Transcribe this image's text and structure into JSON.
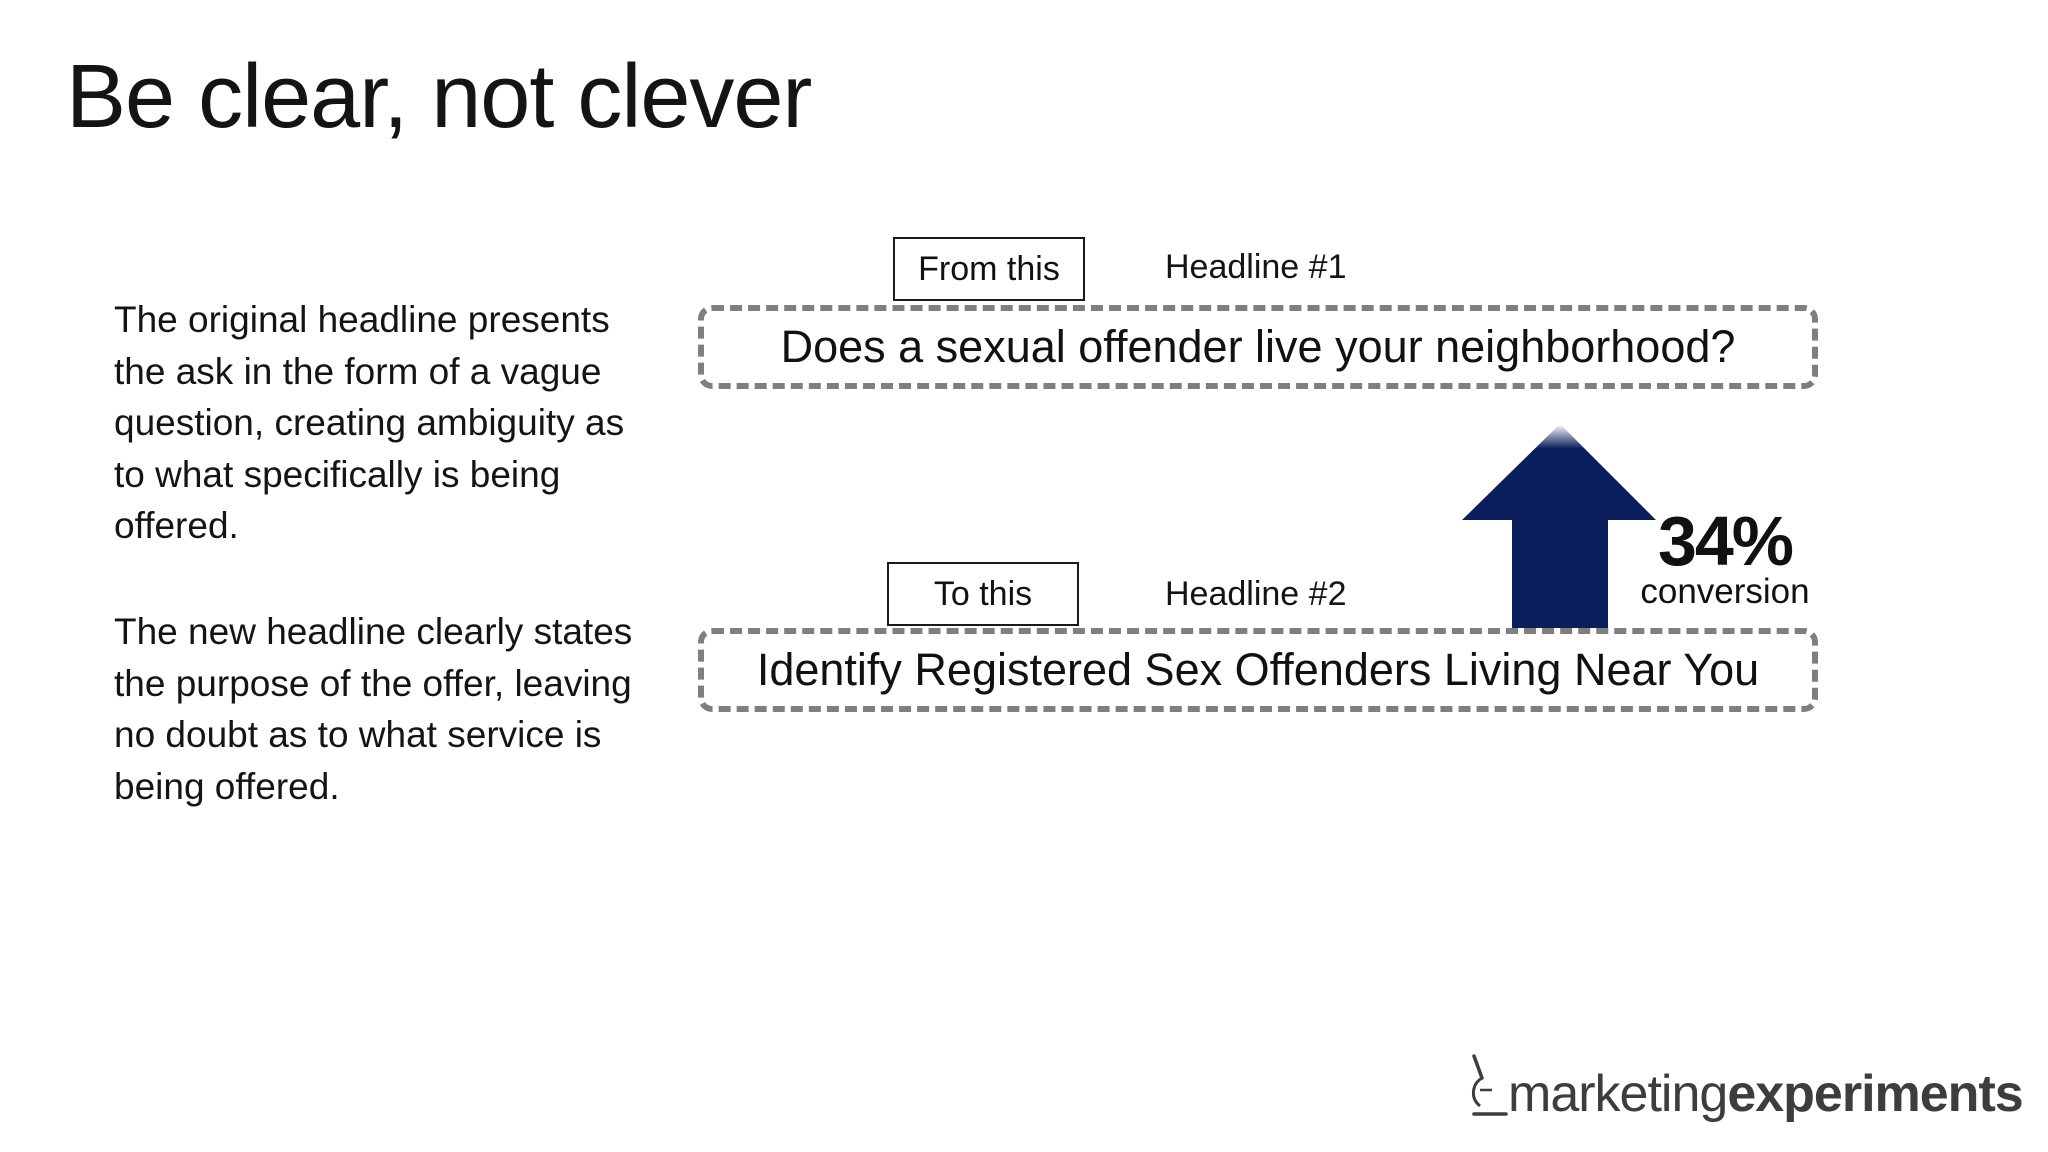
{
  "slide": {
    "title": "Be clear, not clever",
    "paragraphs": [
      "The original headline presents the ask in the form of a vague question, creating ambiguity as to what specifically is being offered.",
      "The new headline clearly states the purpose of the offer, leaving no doubt as to what service is being offered."
    ]
  },
  "comparison": {
    "from_label": "From this",
    "to_label": "To this",
    "headline_1_label": "Headline #1",
    "headline_2_label": "Headline #2",
    "headline_1_text": "Does a sexual offender live your neighborhood?",
    "headline_2_text": "Identify Registered Sex Offenders Living Near You"
  },
  "result": {
    "value": "34%",
    "label": "conversion",
    "arrow_color": "#0a1f5c",
    "direction": "up"
  },
  "logo": {
    "light_part": "marketing",
    "bold_part": "experiments",
    "icon": "microscope-icon"
  },
  "colors": {
    "dashed_border": "#7f7f7f",
    "arrow": "#0a1f5c",
    "text": "#141414"
  }
}
